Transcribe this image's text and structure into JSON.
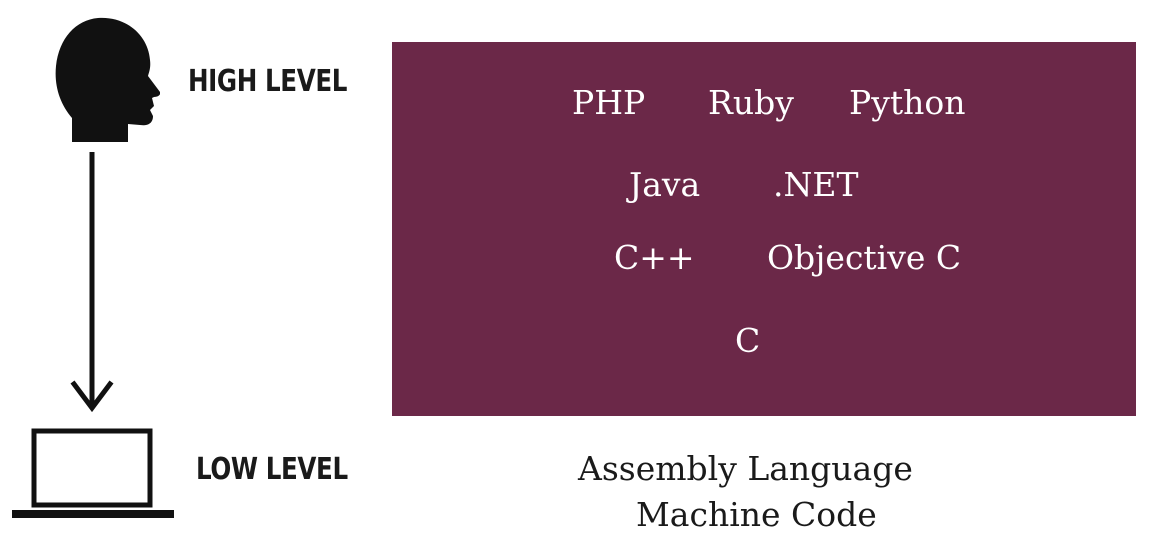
{
  "labels": {
    "high_level": "HIGH LEVEL",
    "low_level": "LOW LEVEL"
  },
  "icons": {
    "high": "human-head-icon",
    "low": "laptop-icon",
    "direction": "down-arrow-icon"
  },
  "languages": [
    "PHP",
    "Ruby",
    "Python",
    "Java",
    ".NET",
    "C++",
    "Objective C",
    "C"
  ],
  "low_level_items": [
    "Assembly Language",
    "Machine Code"
  ],
  "colors": {
    "panel": "#6b2848",
    "panel_text": "#ffffff",
    "ink": "#1a1a1a"
  }
}
